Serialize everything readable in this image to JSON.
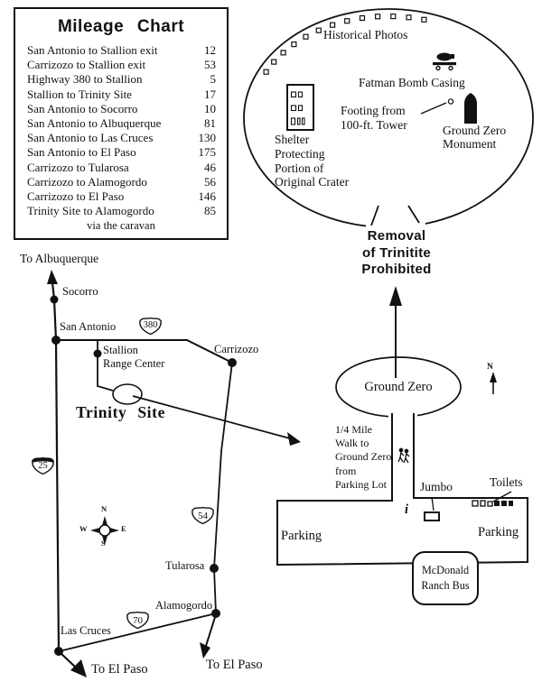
{
  "colors": {
    "ink": "#111111",
    "paper": "#ffffff"
  },
  "mileage_chart": {
    "title": "Mileage  Chart",
    "rows": [
      {
        "label": "San Antonio to Stallion exit",
        "value": "12"
      },
      {
        "label": "Carrizozo to Stallion exit",
        "value": "53"
      },
      {
        "label": "Highway 380 to Stallion",
        "value": "5"
      },
      {
        "label": "Stallion to Trinity Site",
        "value": "17"
      },
      {
        "label": "San Antonio to Socorro",
        "value": "10"
      },
      {
        "label": "San Antonio to Albuquerque",
        "value": "81"
      },
      {
        "label": "San Antonio to Las Cruces",
        "value": "130"
      },
      {
        "label": "San Antonio to El Paso",
        "value": "175"
      },
      {
        "label": "Carrizozo to Tularosa",
        "value": "46"
      },
      {
        "label": "Carrizozo to Alamogordo",
        "value": "56"
      },
      {
        "label": "Carrizozo to El Paso",
        "value": "146"
      },
      {
        "label": "Trinity Site to Alamogordo",
        "value": "85"
      }
    ],
    "footnote": "via the caravan"
  },
  "site_detail": {
    "historical_photos": "Historical Photos",
    "fatman_bomb_casing": "Fatman Bomb Casing",
    "footing": [
      "Footing from",
      "100-ft. Tower"
    ],
    "monument": [
      "Ground Zero",
      "Monument"
    ],
    "shelter": [
      "Shelter",
      "Protecting",
      "Portion of",
      "Original Crater"
    ]
  },
  "warning": [
    "Removal",
    "of Trinitite",
    "Prohibited"
  ],
  "site_plan": {
    "ground_zero": "Ground Zero",
    "north_label": "N",
    "walk_note": [
      "1/4 Mile",
      "Walk  to",
      "Ground Zero",
      "from",
      "Parking Lot"
    ],
    "jumbo": "Jumbo",
    "toilets": "Toilets",
    "info_symbol": "i",
    "parking_left": "Parking",
    "parking_right": "Parking",
    "bus": [
      "McDonald",
      "Ranch Bus"
    ]
  },
  "road_map": {
    "to_albuquerque": "To Albuquerque",
    "towns": {
      "socorro": "Socorro",
      "san_antonio": "San Antonio",
      "carrizozo": "Carrizozo",
      "tularosa": "Tularosa",
      "alamogordo": "Alamogordo",
      "las_cruces": "Las Cruces"
    },
    "stallion": [
      "Stallion",
      "Range Center"
    ],
    "trinity_site": "Trinity Site",
    "to_el_paso_from_las_cruces": "To El Paso",
    "to_el_paso_from_alamogordo": "To El Paso",
    "routes": {
      "i25": "25",
      "us380": "380",
      "us54": "54",
      "us70": "70"
    },
    "compass": {
      "n": "N",
      "e": "E",
      "s": "S",
      "w": "W"
    }
  }
}
